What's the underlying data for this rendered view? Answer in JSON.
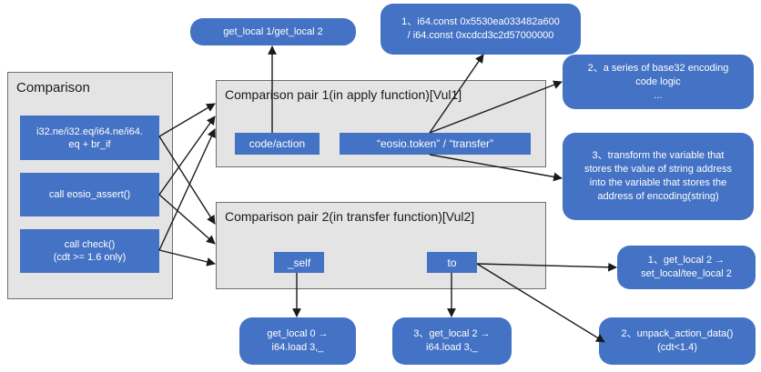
{
  "comparison": {
    "title": "Comparison",
    "items": [
      [
        "i32.ne/i32.eq/i64.ne/i64.",
        "eq + br_if"
      ],
      [
        "call eosio_assert()"
      ],
      [
        "call check()",
        "(cdt >= 1.6 only)"
      ]
    ]
  },
  "pair1": {
    "title": "Comparison pair 1(in apply function)[Vul1]",
    "code_action": "code/action",
    "tokens": "“eosio.token” / “transfer”"
  },
  "pair2": {
    "title": "Comparison pair 2(in transfer function)[Vul2]",
    "self": "_self",
    "to": "to"
  },
  "notes": {
    "get_local_pair": [
      "get_local 1/get_local 2"
    ],
    "i64_const": [
      "1、i64.const 0x5530ea033482a600",
      "/  i64.const 0xcdcd3c2d57000000"
    ],
    "base32": [
      "2、a series of base32  encoding",
      "code logic",
      "..."
    ],
    "transform": [
      "3、transform the variable that",
      "stores the value of string address",
      "into the variable that  stores the",
      "address of encoding(string)"
    ],
    "set_local": [
      "1、get_local 2 →",
      "set_local/tee_local 2"
    ],
    "unpack": [
      "2、unpack_action_data()",
      "(cdt<1.4)"
    ],
    "self_load": [
      "get_local 0 →",
      "i64.load 3,_"
    ],
    "to_load": [
      "3、get_local 2 →",
      "i64.load 3,_"
    ]
  }
}
